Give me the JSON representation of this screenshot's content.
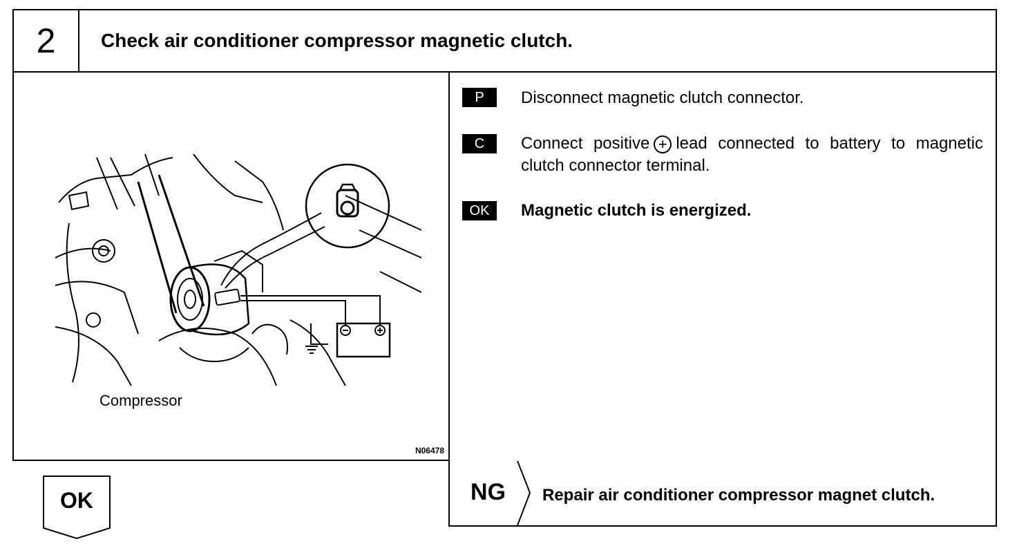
{
  "header": {
    "step_number": "2",
    "title": "Check air conditioner compressor magnetic clutch."
  },
  "illustration": {
    "caption": "Compressor",
    "figure_id": "N06478",
    "icons": [
      "compressor-illustration",
      "connector-icon",
      "battery-icon"
    ]
  },
  "procedure": {
    "items": [
      {
        "tag": "P",
        "text": "Disconnect magnetic clutch connector."
      },
      {
        "tag": "C",
        "text_before": "Connect positive",
        "symbol": "+",
        "text_after": "lead connected to battery to magnetic clutch connector terminal."
      },
      {
        "tag": "OK",
        "text": "Magnetic clutch is energized."
      }
    ]
  },
  "results": {
    "ok_label": "OK",
    "ng_label": "NG",
    "ng_action": "Repair air conditioner compressor magnet clutch."
  }
}
